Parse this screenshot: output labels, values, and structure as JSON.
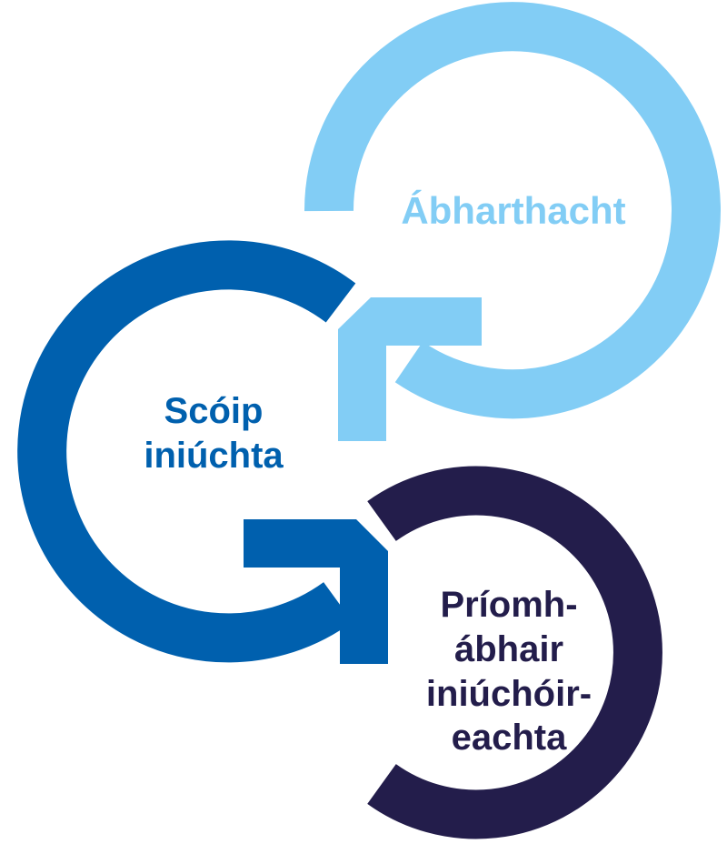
{
  "colors": {
    "light_blue": "#82CDF5",
    "mid_blue": "#0060AE",
    "dark_navy": "#231D4B"
  },
  "cycle": [
    {
      "id": "top",
      "lines": [
        "Ábharthacht"
      ],
      "color": "#82CDF5",
      "icon": "circular-arrow-icon"
    },
    {
      "id": "left",
      "lines": [
        "Scóip",
        "iniúchta"
      ],
      "color": "#0060AE",
      "icon": "circular-arrow-icon"
    },
    {
      "id": "bottom",
      "lines": [
        "Príomh-",
        "ábhair",
        "iniúchóir-",
        "eachta"
      ],
      "color": "#231D4B",
      "icon": "circular-arrow-icon"
    }
  ]
}
